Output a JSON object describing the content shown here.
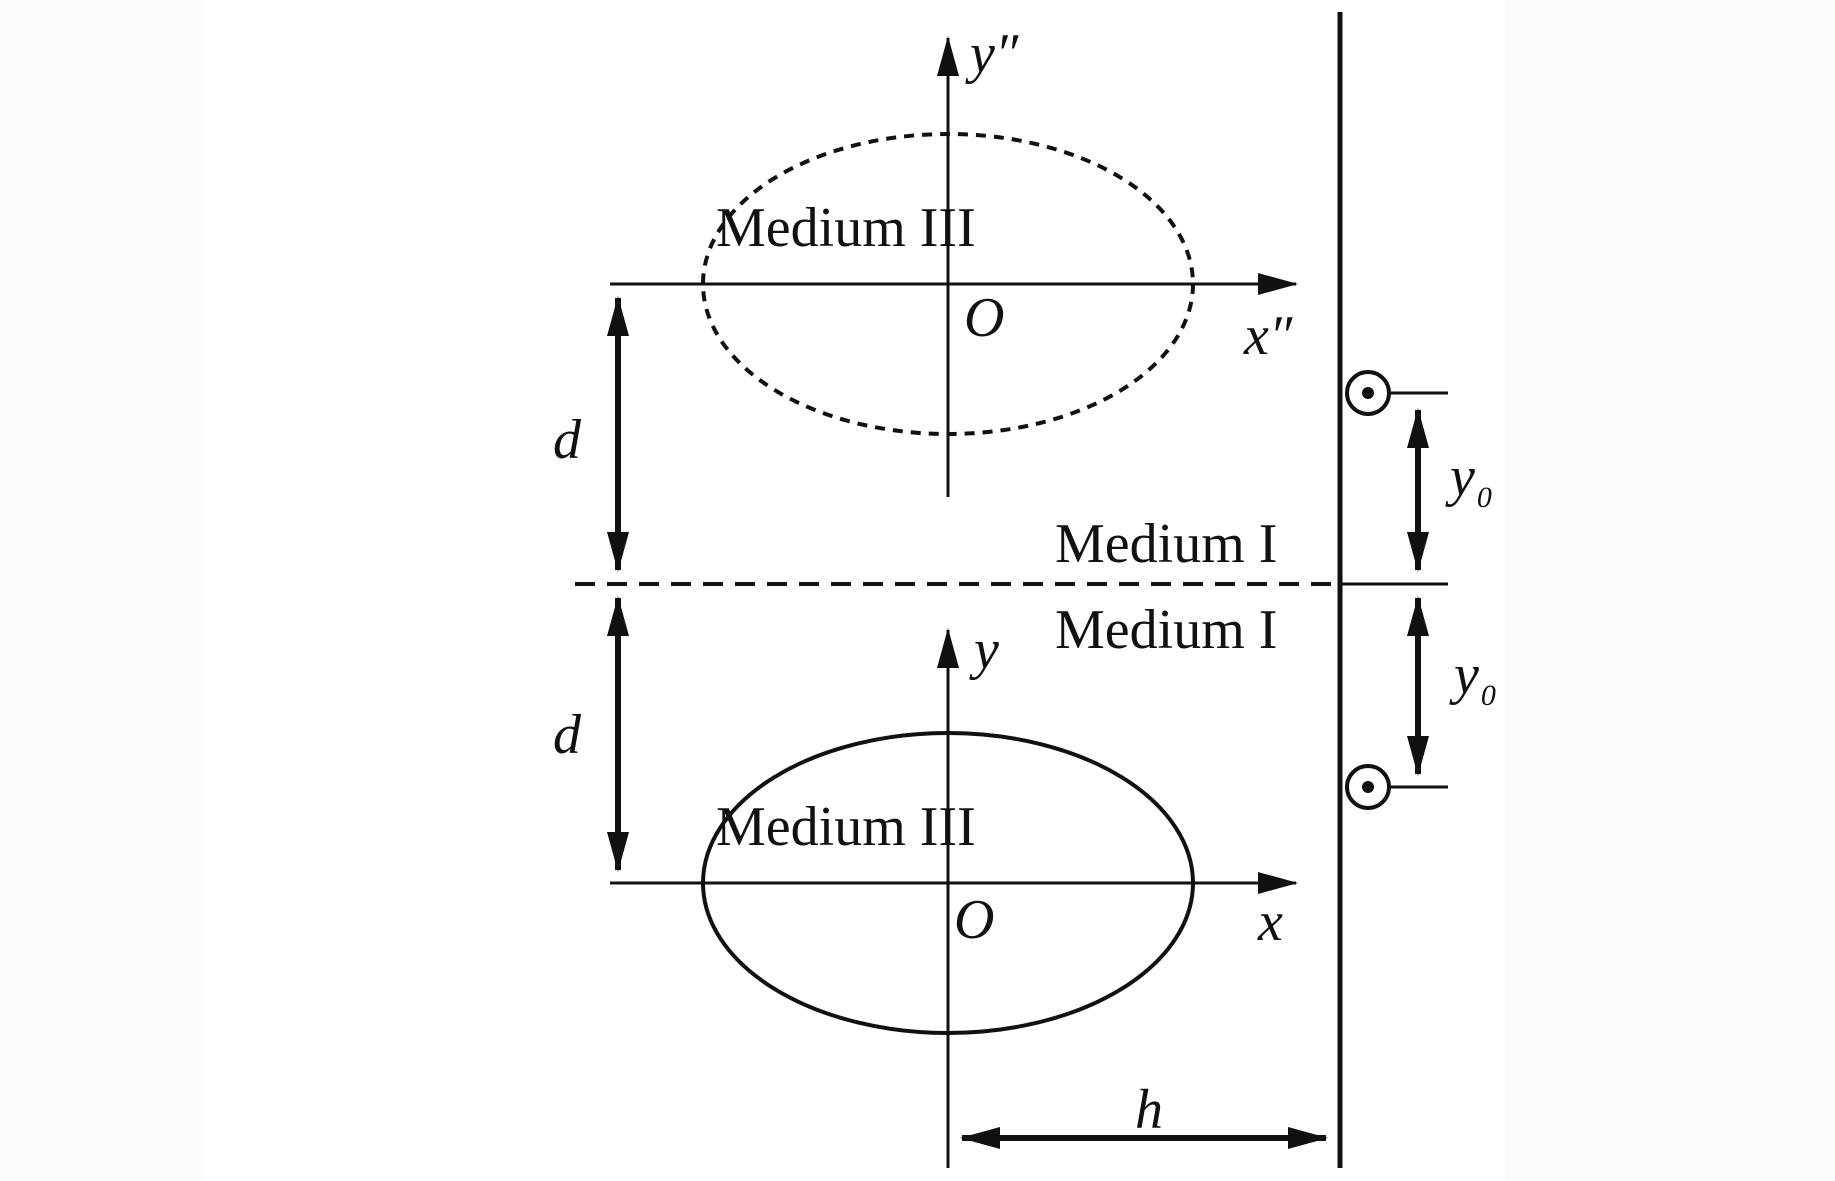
{
  "labels": {
    "upper_region": "Medium III",
    "lower_region": "Medium III",
    "medium_above": "Medium I",
    "medium_below": "Medium I",
    "upper_origin": "O",
    "lower_origin": "O",
    "upper_x_axis": "x″",
    "upper_y_axis": "y″",
    "lower_x_axis": "x",
    "lower_y_axis": "y",
    "distance_upper": "d",
    "distance_lower": "d",
    "offset_upper": "y",
    "offset_upper_sub": "0",
    "offset_lower": "y",
    "offset_lower_sub": "0",
    "width_label": "h"
  },
  "colors": {
    "ink": "#111111",
    "background": "#ffffff"
  }
}
